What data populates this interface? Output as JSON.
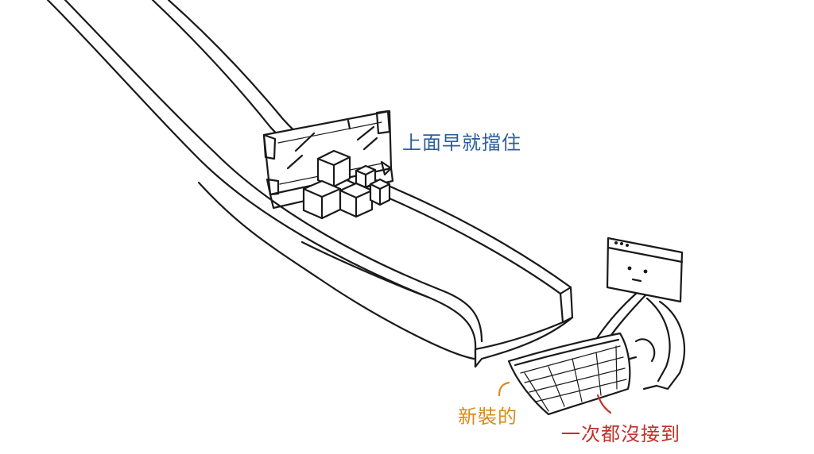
{
  "labels": {
    "blocked_above": "上面早就擋住",
    "newly_loaded": "新裝的",
    "never_caught": "一次都沒接到"
  },
  "colors": {
    "ink": "#1a1a1a",
    "blue_label": "#2e5f99",
    "orange_label": "#d88a1c",
    "red_label": "#c0302a"
  },
  "icons": {
    "slide": "chute-ramp",
    "barrier": "wooden-barrier-board",
    "blocks": "stacked-cubes",
    "character": "browser-window-head-character",
    "basket": "woven-basket"
  }
}
